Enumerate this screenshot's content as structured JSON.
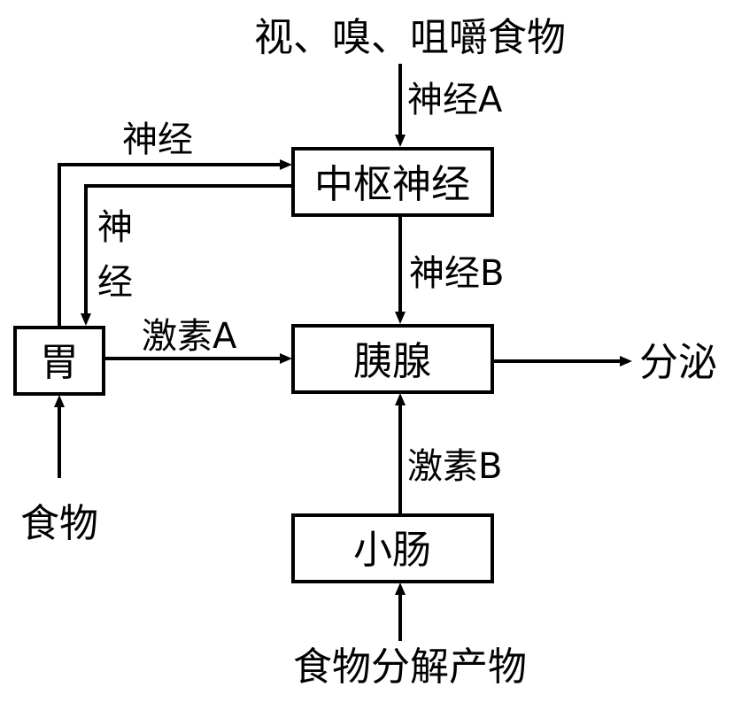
{
  "nodes": {
    "stimulus": "视、嗅、咀嚼食物",
    "cns": "中枢神经",
    "stomach": "胃",
    "pancreas": "胰腺",
    "small_intestine": "小肠",
    "food": "食物",
    "digestion_products": "食物分解产物",
    "secretion": "分泌"
  },
  "edges": {
    "nerve_a": "神经A",
    "nerve_b": "神经B",
    "nerve_top": "神经",
    "nerve_vertical_1": "神",
    "nerve_vertical_2": "经",
    "hormone_a": "激素A",
    "hormone_b": "激素B"
  }
}
